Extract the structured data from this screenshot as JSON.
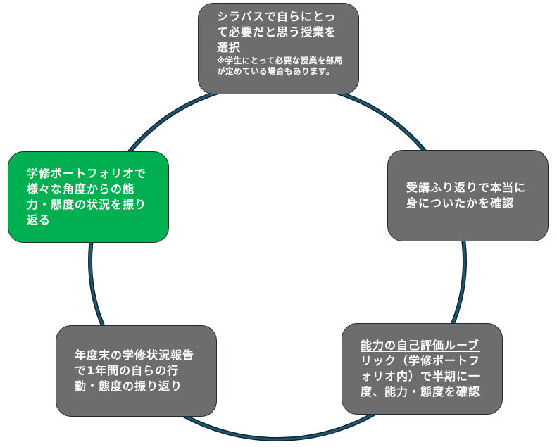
{
  "steps": [
    {
      "link": "シラバス",
      "text": "で自らにとって必要だと思う授業を選択",
      "note": "※学生にとって必要な授業を部局が定めている場合もあります。"
    },
    {
      "link": "受講ふり返り",
      "text": "で本当に身についたかを確認"
    },
    {
      "link": "能力の自己評価ルーブリック",
      "text": "（学修ポートフォリオ内）で半期に一度、能力・態度を確認"
    },
    {
      "link": "",
      "text": "年度末の学修状況報告で1年間の自らの行動・態度の振り返り"
    },
    {
      "link": "学修ポートフォリオ",
      "text": "で様々な角度からの能力・態度の状況を振り返る"
    }
  ],
  "colors": {
    "box": "#6d6d6d",
    "highlight": "#00b050",
    "ring": "#1f4e63"
  }
}
